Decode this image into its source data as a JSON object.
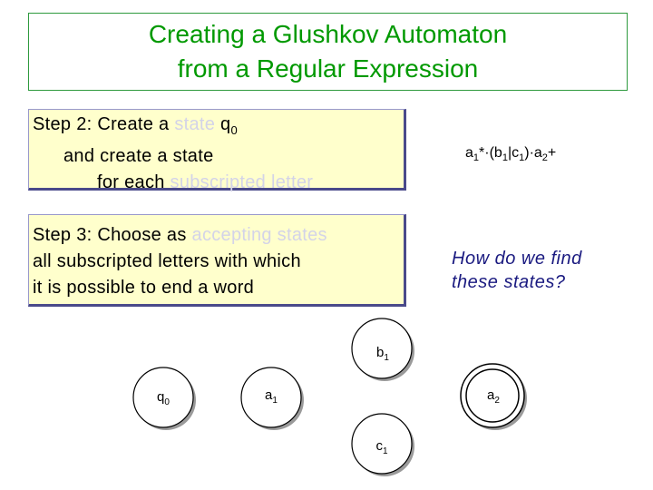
{
  "title": {
    "line1": "Creating a Glushkov Automaton",
    "line2": "from a Regular Expression"
  },
  "step2": {
    "prefix": "Step 2: Create a ",
    "ghost1": "state",
    "q_letter": "q",
    "q_sub": "0",
    "line2": "and create a state",
    "line3_prefix": "for each ",
    "ghost2": "subscripted letter"
  },
  "step3": {
    "prefix": "Step 3: Choose as ",
    "ghost": "accepting states",
    "line2": "all subscripted letters with which",
    "line3": "it is possible to end a word"
  },
  "regex": {
    "a": "a",
    "a_sub": "1",
    "star": "*",
    "dot1": "·",
    "open": "(",
    "b": "b",
    "b_sub": "1",
    "bar": "|",
    "c": "c",
    "c_sub": "1",
    "close": ")",
    "dot2": "·",
    "a2": "a",
    "a2_sub": "2",
    "plus": "+"
  },
  "question": {
    "line1": "How do we find",
    "line2": "these states?"
  },
  "states": [
    {
      "id": "q0",
      "letter": "q",
      "sub": "0",
      "accepting": false
    },
    {
      "id": "a1",
      "letter": "a",
      "sub": "1",
      "accepting": false
    },
    {
      "id": "b1",
      "letter": "b",
      "sub": "1",
      "accepting": false
    },
    {
      "id": "c1",
      "letter": "c",
      "sub": "1",
      "accepting": false
    },
    {
      "id": "a2",
      "letter": "a",
      "sub": "2",
      "accepting": true
    }
  ],
  "colors": {
    "title": "#009900",
    "ghost": "#d3d3e8",
    "question": "#1a1a80",
    "step_fill": "#ffffcc",
    "state_fill": "#ffffff",
    "state_shadow": "#9a9a9a"
  }
}
